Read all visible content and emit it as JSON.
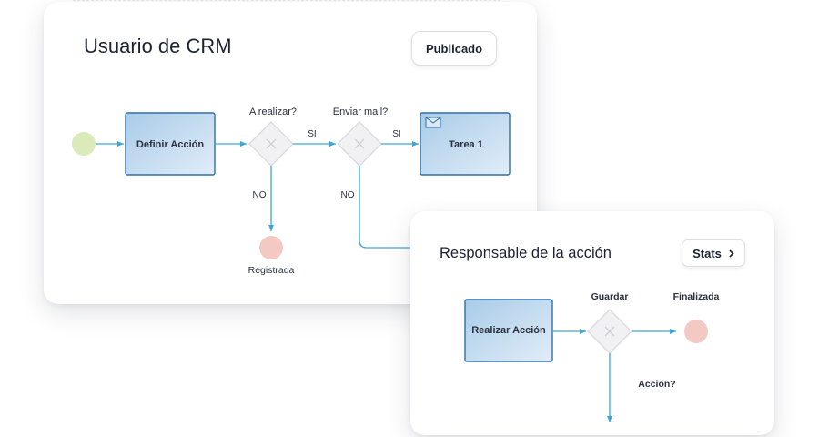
{
  "colors": {
    "flow_line": "#3aa7d8",
    "task_fill_top": "#a9cbe8",
    "task_fill_bottom": "#dbe9f6",
    "task_border": "#2f6fa8",
    "start_event": "#dbeab9",
    "end_event": "#f4c9c4",
    "gateway_fill": "#f1f1f3",
    "gateway_border": "#d6d7dc"
  },
  "card_main": {
    "title": "Usuario de CRM",
    "status_button": "Publicado",
    "tasks": {
      "define": "Definir Acción",
      "tarea": "Tarea 1"
    },
    "gateways": {
      "a_realizar": "A realizar?",
      "enviar_mail": "Enviar mail?"
    },
    "flow_labels": {
      "si_1": "SI",
      "si_2": "SI",
      "no_1": "NO",
      "no_2": "NO"
    },
    "end_label": "Registrada",
    "tarea_icon": "envelope-icon"
  },
  "card_responsable": {
    "title": "Responsable de la acción",
    "stats_button": "Stats",
    "stats_icon": "chevron-right-icon",
    "task": "Realizar Acción",
    "gateway_label": "Guardar",
    "end_label": "Finalizada",
    "branch_label": "Acción?"
  }
}
